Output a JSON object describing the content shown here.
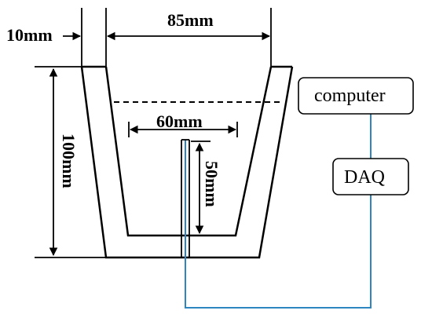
{
  "labels": {
    "wall_thickness": "10mm",
    "top_width": "85mm",
    "height": "100mm",
    "inner_width": "60mm",
    "inner_depth": "50mm"
  },
  "boxes": {
    "computer": "computer",
    "daq": "DAQ"
  },
  "colors": {
    "wire": "#2e86c1",
    "outline": "#000000"
  }
}
